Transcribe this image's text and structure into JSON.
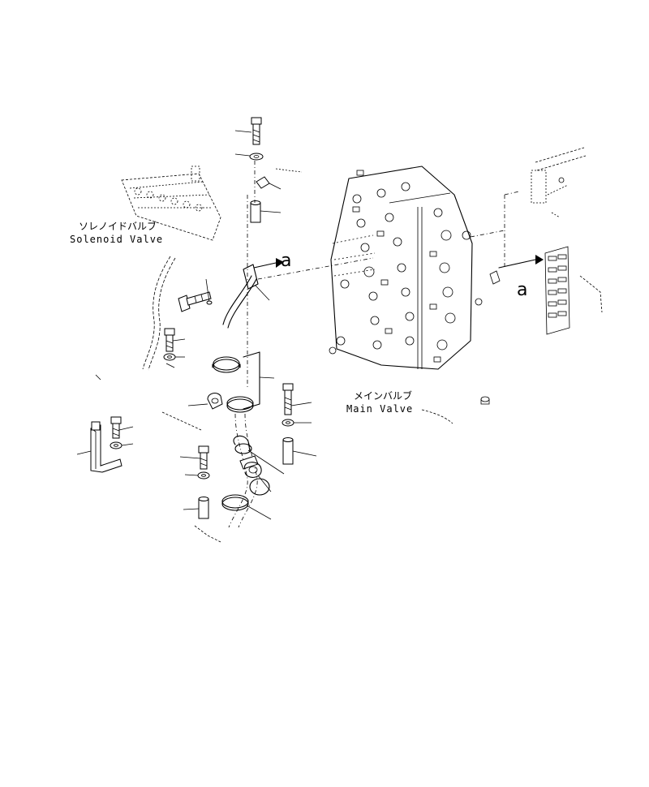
{
  "labels": {
    "solenoid_valve_jp": "ソレノイドバルブ",
    "solenoid_valve_en": "Solenoid Valve",
    "main_valve_jp": "メインバルブ",
    "main_valve_en": "Main Valve",
    "view_a_upper": "a",
    "view_a_right": "a"
  }
}
